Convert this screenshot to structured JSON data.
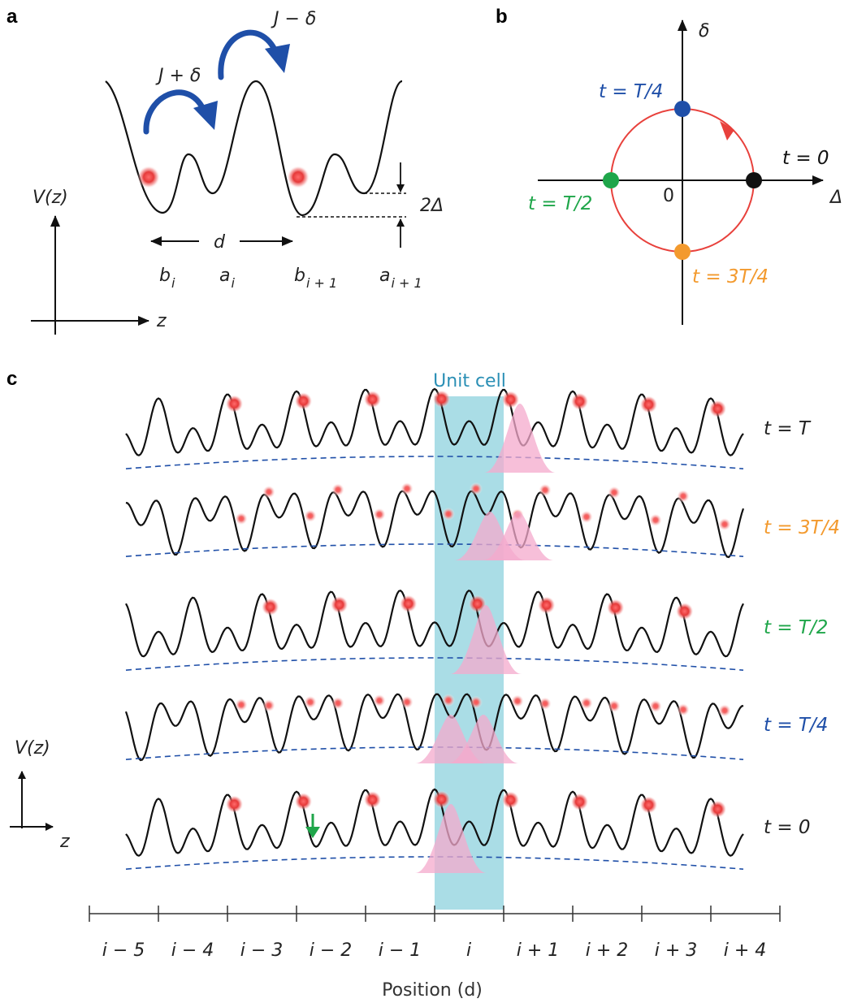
{
  "panels": {
    "a": "a",
    "b": "b",
    "c": "c"
  },
  "panel_a": {
    "hop_left": "J + δ",
    "hop_right": "J − δ",
    "axis_y": "V(z)",
    "axis_x": "z",
    "spacing": "d",
    "offset": "2Δ",
    "sites": [
      {
        "base": "b",
        "sub": "i"
      },
      {
        "base": "a",
        "sub": "i"
      },
      {
        "base": "b",
        "sub": "i + 1"
      },
      {
        "base": "a",
        "sub": "i + 1"
      }
    ]
  },
  "panel_b": {
    "axis_y": "δ",
    "axis_x": "Δ",
    "origin": "0",
    "points": [
      {
        "label": "t = 0",
        "color": "#111111"
      },
      {
        "label": "t = T/4",
        "color": "#1f4fa8"
      },
      {
        "label": "t = T/2",
        "color": "#1fa64a"
      },
      {
        "label": "t = 3T/4",
        "color": "#f39a2e"
      }
    ],
    "circle_color": "#e8413c"
  },
  "panel_c": {
    "unit_cell": "Unit cell",
    "unit_cell_color": "#aadde6",
    "axis_y": "V(z)",
    "axis_x": "z",
    "rows": [
      {
        "label": "t = T",
        "color": "#222222"
      },
      {
        "label": "t = 3T/4",
        "color": "#f39a2e"
      },
      {
        "label": "t = T/2",
        "color": "#1fa64a"
      },
      {
        "label": "t = T/4",
        "color": "#1f4fa8"
      },
      {
        "label": "t = 0",
        "color": "#222222"
      }
    ],
    "positions": [
      "i − 5",
      "i − 4",
      "i − 3",
      "i − 2",
      "i − 1",
      "i",
      "i + 1",
      "i + 2",
      "i + 3",
      "i + 4"
    ],
    "position_title": "Position (d)"
  },
  "colors": {
    "atom": "#e63a3a",
    "wavepacket": "#f4a9cc",
    "dashed": "#1f4fa8",
    "hop_arrow": "#1f4fa8",
    "marker_arrow": "#1fa64a"
  }
}
